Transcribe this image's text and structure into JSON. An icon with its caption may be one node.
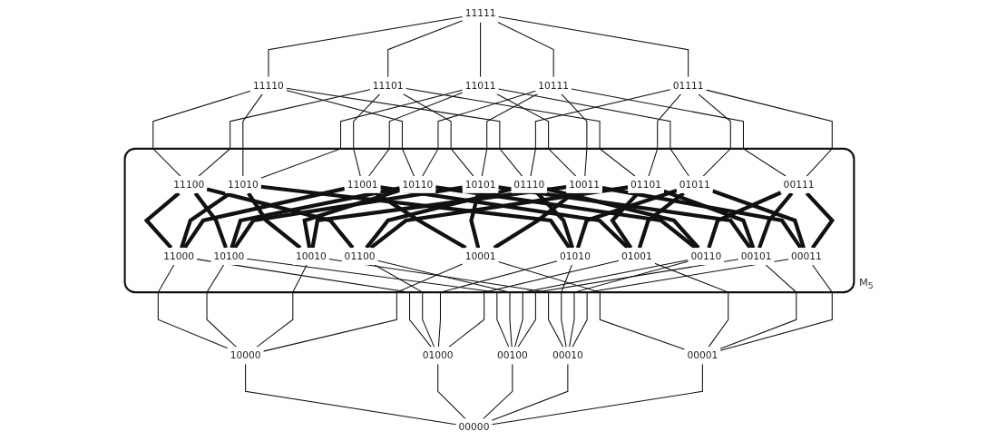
{
  "diagram": {
    "nodes": [
      {
        "text": [
          "11111"
        ]
      },
      {
        "text": [
          "11110"
        ]
      },
      {
        "text": [
          "11101"
        ]
      },
      {
        "text": [
          "11011"
        ]
      },
      {
        "text": [
          "10111"
        ]
      },
      {
        "text": [
          "01111"
        ]
      },
      {
        "text": [
          "M$_{5}$"
        ]
      },
      {
        "text": [
          "11100"
        ],
        "in": 6
      },
      {
        "text": [
          "11010"
        ],
        "in": 6
      },
      {
        "text": [
          "11001"
        ],
        "in": 6
      },
      {
        "text": [
          "10110"
        ],
        "in": 6
      },
      {
        "text": [
          "10101"
        ],
        "in": 6
      },
      {
        "text": [
          "10011"
        ],
        "in": 6
      },
      {
        "text": [
          "01110"
        ],
        "in": 6
      },
      {
        "text": [
          "01101"
        ],
        "in": 6
      },
      {
        "text": [
          "01011"
        ],
        "in": 6
      },
      {
        "text": [
          "00111"
        ],
        "in": 6
      },
      {
        "text": [
          "11000"
        ],
        "in": 6
      },
      {
        "text": [
          "10100"
        ],
        "in": 6
      },
      {
        "text": [
          "10010"
        ],
        "in": 6
      },
      {
        "text": [
          "10001"
        ],
        "in": 6
      },
      {
        "text": [
          "01100"
        ],
        "in": 6
      },
      {
        "text": [
          "01010"
        ],
        "in": 6
      },
      {
        "text": [
          "01001"
        ],
        "in": 6
      },
      {
        "text": [
          "00110"
        ],
        "in": 6
      },
      {
        "text": [
          "00101"
        ],
        "in": 6
      },
      {
        "text": [
          "00011"
        ],
        "in": 6
      },
      {
        "text": [
          "10000"
        ]
      },
      {
        "text": [
          "01000"
        ]
      },
      {
        "text": [
          "00100"
        ]
      },
      {
        "text": [
          "00010"
        ]
      },
      {
        "text": [
          "00001"
        ]
      },
      {
        "text": [
          "00000"
        ]
      }
    ],
    "edges": [
      {
        "from": 0,
        "to": 1,
        "arrow": "none"
      },
      {
        "from": 0,
        "to": 2,
        "arrow": "none"
      },
      {
        "from": 0,
        "to": 3,
        "arrow": "none"
      },
      {
        "from": 0,
        "to": 4,
        "arrow": "none"
      },
      {
        "from": 0,
        "to": 5,
        "arrow": "none"
      },
      {
        "from": 1,
        "to": 7,
        "arrow": "none"
      },
      {
        "from": 1,
        "to": 8,
        "arrow": "none"
      },
      {
        "from": 1,
        "to": 10,
        "arrow": "none"
      },
      {
        "from": 1,
        "to": 13,
        "arrow": "none"
      },
      {
        "from": 2,
        "to": 7,
        "arrow": "none"
      },
      {
        "from": 2,
        "to": 9,
        "arrow": "none"
      },
      {
        "from": 2,
        "to": 11,
        "arrow": "none"
      },
      {
        "from": 2,
        "to": 14,
        "arrow": "none"
      },
      {
        "from": 3,
        "to": 8,
        "arrow": "none"
      },
      {
        "from": 3,
        "to": 9,
        "arrow": "none"
      },
      {
        "from": 3,
        "to": 12,
        "arrow": "none"
      },
      {
        "from": 3,
        "to": 15,
        "arrow": "none"
      },
      {
        "from": 4,
        "to": 10,
        "arrow": "none"
      },
      {
        "from": 4,
        "to": 11,
        "arrow": "none"
      },
      {
        "from": 4,
        "to": 12,
        "arrow": "none"
      },
      {
        "from": 4,
        "to": 16,
        "arrow": "none"
      },
      {
        "from": 5,
        "to": 13,
        "arrow": "none"
      },
      {
        "from": 5,
        "to": 14,
        "arrow": "none"
      },
      {
        "from": 5,
        "to": 15,
        "arrow": "none"
      },
      {
        "from": 5,
        "to": 16,
        "arrow": "none"
      },
      {
        "from": 7,
        "to": 17,
        "arrow": "none",
        "style": "thick"
      },
      {
        "from": 7,
        "to": 18,
        "arrow": "none",
        "style": "thick"
      },
      {
        "from": 7,
        "to": 21,
        "arrow": "none",
        "style": "thick"
      },
      {
        "from": 8,
        "to": 17,
        "arrow": "none",
        "style": "thick"
      },
      {
        "from": 8,
        "to": 19,
        "arrow": "none",
        "style": "thick"
      },
      {
        "from": 8,
        "to": 22,
        "arrow": "none",
        "style": "thick"
      },
      {
        "from": 9,
        "to": 17,
        "arrow": "none",
        "style": "thick"
      },
      {
        "from": 9,
        "to": 20,
        "arrow": "none",
        "style": "thick"
      },
      {
        "from": 9,
        "to": 23,
        "arrow": "none",
        "style": "thick"
      },
      {
        "from": 10,
        "to": 18,
        "arrow": "none",
        "style": "thick"
      },
      {
        "from": 10,
        "to": 19,
        "arrow": "none",
        "style": "thick"
      },
      {
        "from": 10,
        "to": 24,
        "arrow": "none",
        "style": "thick"
      },
      {
        "from": 11,
        "to": 18,
        "arrow": "none",
        "style": "thick"
      },
      {
        "from": 11,
        "to": 20,
        "arrow": "none",
        "style": "thick"
      },
      {
        "from": 11,
        "to": 25,
        "arrow": "none",
        "style": "thick"
      },
      {
        "from": 12,
        "to": 19,
        "arrow": "none",
        "style": "thick"
      },
      {
        "from": 12,
        "to": 20,
        "arrow": "none",
        "style": "thick"
      },
      {
        "from": 12,
        "to": 26,
        "arrow": "none",
        "style": "thick"
      },
      {
        "from": 13,
        "to": 21,
        "arrow": "none",
        "style": "thick"
      },
      {
        "from": 13,
        "to": 22,
        "arrow": "none",
        "style": "thick"
      },
      {
        "from": 13,
        "to": 24,
        "arrow": "none",
        "style": "thick"
      },
      {
        "from": 14,
        "to": 21,
        "arrow": "none",
        "style": "thick"
      },
      {
        "from": 14,
        "to": 23,
        "arrow": "none",
        "style": "thick"
      },
      {
        "from": 14,
        "to": 25,
        "arrow": "none",
        "style": "thick"
      },
      {
        "from": 15,
        "to": 22,
        "arrow": "none",
        "style": "thick"
      },
      {
        "from": 15,
        "to": 23,
        "arrow": "none",
        "style": "thick"
      },
      {
        "from": 15,
        "to": 26,
        "arrow": "none",
        "style": "thick"
      },
      {
        "from": 16,
        "to": 24,
        "arrow": "none",
        "style": "thick"
      },
      {
        "from": 16,
        "to": 25,
        "arrow": "none",
        "style": "thick"
      },
      {
        "from": 16,
        "to": 26,
        "arrow": "none",
        "style": "thick"
      },
      {
        "from": 17,
        "to": 27,
        "arrow": "none"
      },
      {
        "from": 17,
        "to": 28,
        "arrow": "none"
      },
      {
        "from": 18,
        "to": 27,
        "arrow": "none"
      },
      {
        "from": 18,
        "to": 29,
        "arrow": "none"
      },
      {
        "from": 19,
        "to": 27,
        "arrow": "none"
      },
      {
        "from": 19,
        "to": 30,
        "arrow": "none"
      },
      {
        "from": 20,
        "to": 27,
        "arrow": "none"
      },
      {
        "from": 20,
        "to": 31,
        "arrow": "none"
      },
      {
        "from": 21,
        "to": 28,
        "arrow": "none"
      },
      {
        "from": 21,
        "to": 29,
        "arrow": "none"
      },
      {
        "from": 22,
        "to": 28,
        "arrow": "none"
      },
      {
        "from": 22,
        "to": 30,
        "arrow": "none"
      },
      {
        "from": 23,
        "to": 28,
        "arrow": "none"
      },
      {
        "from": 23,
        "to": 31,
        "arrow": "none"
      },
      {
        "from": 24,
        "to": 29,
        "arrow": "none"
      },
      {
        "from": 24,
        "to": 30,
        "arrow": "none"
      },
      {
        "from": 25,
        "to": 29,
        "arrow": "none"
      },
      {
        "from": 25,
        "to": 31,
        "arrow": "none"
      },
      {
        "from": 26,
        "to": 30,
        "arrow": "none"
      },
      {
        "from": 26,
        "to": 31,
        "arrow": "none"
      },
      {
        "from": 27,
        "to": 32,
        "arrow": "none"
      },
      {
        "from": 28,
        "to": 32,
        "arrow": "none"
      },
      {
        "from": 29,
        "to": 32,
        "arrow": "none"
      },
      {
        "from": 30,
        "to": 32,
        "arrow": "none"
      },
      {
        "from": 31,
        "to": 32,
        "arrow": "none"
      }
    ]
  }
}
